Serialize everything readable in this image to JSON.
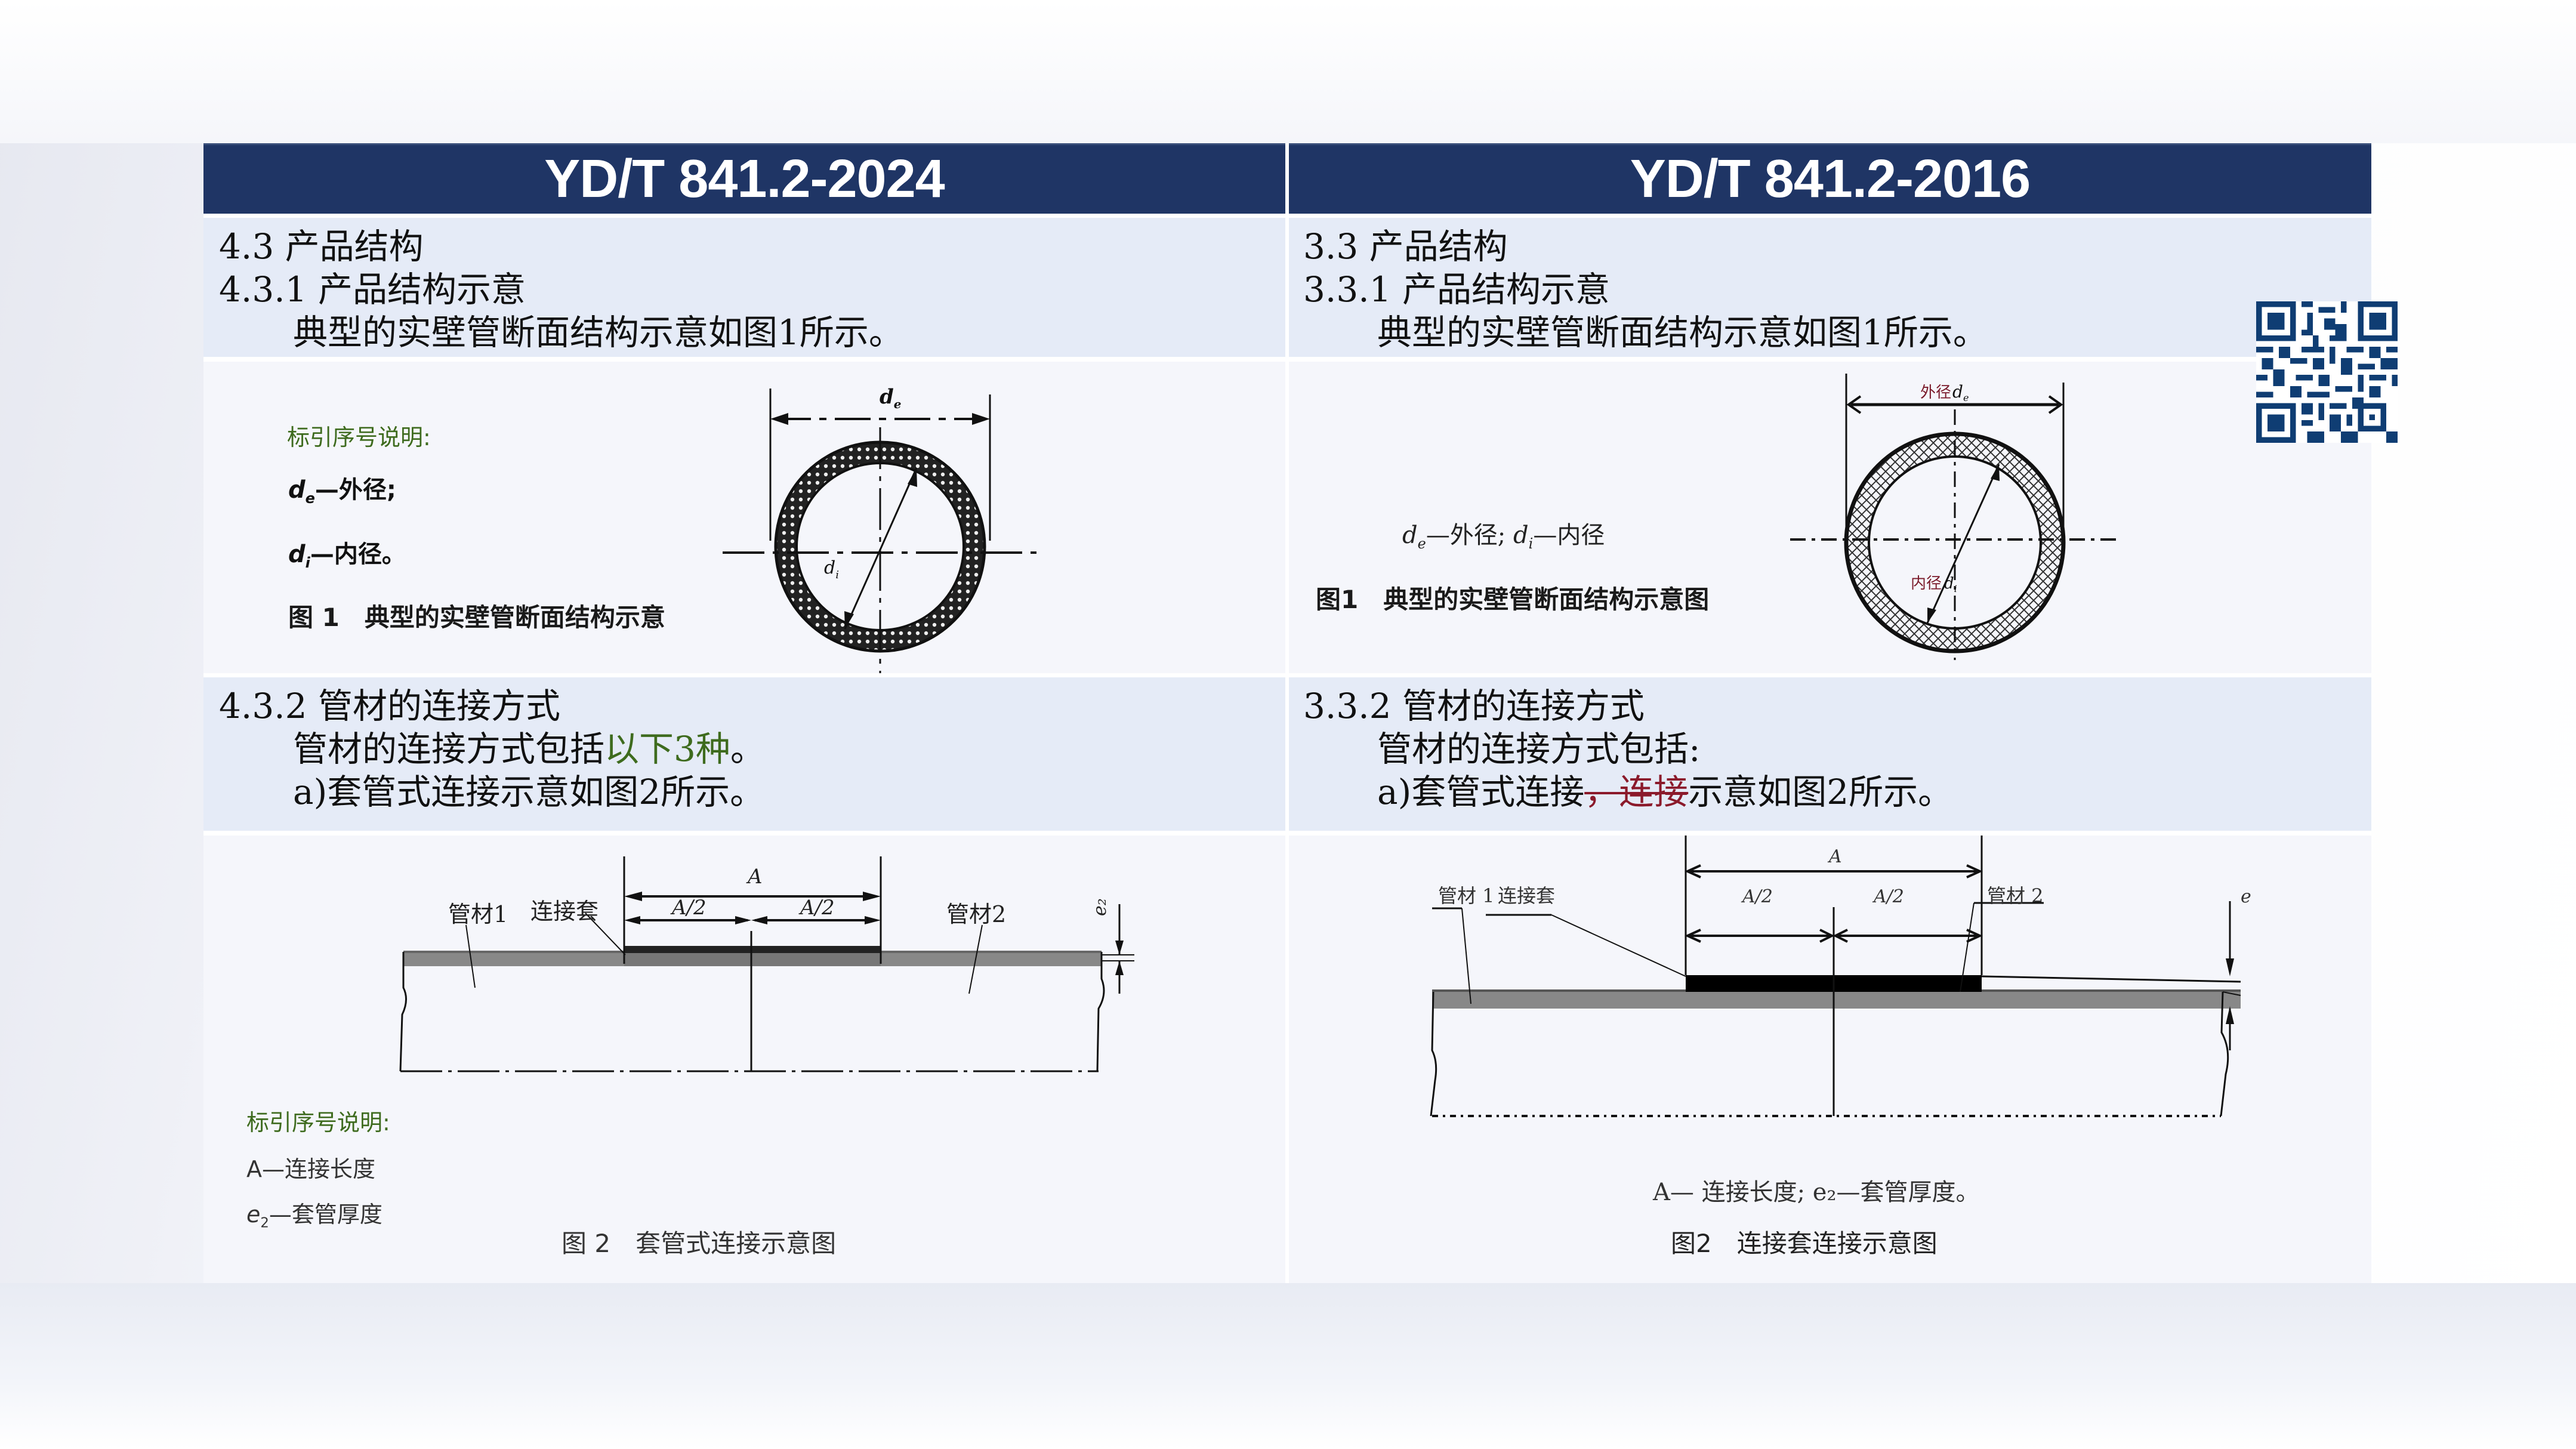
{
  "colors": {
    "header_bg": "#1f3565",
    "text_row_bg": "#e5ebf7",
    "figure_row_bg": "#f5f6fb",
    "added_text_green": "#3e6b1e",
    "deleted_text_red": "#8b1a2b",
    "qr_blue": "#0f3d73"
  },
  "table": {
    "columns": [
      {
        "header": "YD/T 841.2-2024",
        "section_1": {
          "line1": "4.3 产品结构",
          "line2": "4.3.1 产品结构示意",
          "line3": "典型的实壁管断面结构示意如图1所示。"
        },
        "figure_1": {
          "legend_title": "标引序号说明:",
          "legend_de_symbol": "d",
          "legend_de_sub": "e",
          "legend_de_text": "—外径;",
          "legend_di_symbol": "d",
          "legend_di_sub": "i",
          "legend_di_text": "—内径。",
          "caption": "图 1　典型的实壁管断面结构示意",
          "label_de": "d",
          "label_de_sub": "e",
          "label_di": "d",
          "label_di_sub": "i"
        },
        "section_2": {
          "line1": "4.3.2 管材的连接方式",
          "line2_prefix": "管材的连接方式包括",
          "line2_added": "以下3种",
          "line2_suffix": "。",
          "line3": "a)套管式连接示意如图2所示。"
        },
        "figure_2": {
          "label_pipe1": "管材1",
          "label_sleeve": "连接套",
          "label_pipe2": "管材2",
          "label_A": "A",
          "label_A_half_left": "A/2",
          "label_A_half_right": "A/2",
          "label_e2": "e₂",
          "legend_title": "标引序号说明:",
          "legend_A": "A—连接长度",
          "legend_e2_symbol": "e",
          "legend_e2_sub": "2",
          "legend_e2_text": "—套管厚度",
          "caption": "图 2　套管式连接示意图"
        }
      },
      {
        "header": "YD/T 841.2-2016",
        "section_1": {
          "line1": "3.3 产品结构",
          "line2": "3.3.1 产品结构示意",
          "line3": "典型的实壁管断面结构示意如图1所示。"
        },
        "figure_1": {
          "legend_de_symbol": "d",
          "legend_de_sub": "e",
          "legend_de_text": "—外径;",
          "legend_di_symbol": "d",
          "legend_di_sub": "i",
          "legend_di_text": "—内径",
          "caption": "图1　典型的实壁管断面结构示意图",
          "label_outer": "外径",
          "label_de": "d",
          "label_de_sub": "e",
          "label_inner": "内径",
          "label_di": "d",
          "label_di_sub": "i"
        },
        "section_2": {
          "line1": "3.3.2 管材的连接方式",
          "line2": "管材的连接方式包括:",
          "line3_prefix": "a)套管式连接",
          "line3_deleted": "，连接",
          "line3_suffix": "示意如图2所示。"
        },
        "figure_2": {
          "label_pipe1": "管材 1",
          "label_sleeve": "连接套",
          "label_pipe2": "管材 2",
          "label_A": "A",
          "label_A_half_left": "A/2",
          "label_A_half_right": "A/2",
          "label_e2": "e",
          "legend_line": "A—  连接长度; e₂—套管厚度。",
          "caption": "图2　连接套连接示意图"
        }
      }
    ]
  },
  "qr_code": {
    "icon": "qr-code-icon"
  }
}
